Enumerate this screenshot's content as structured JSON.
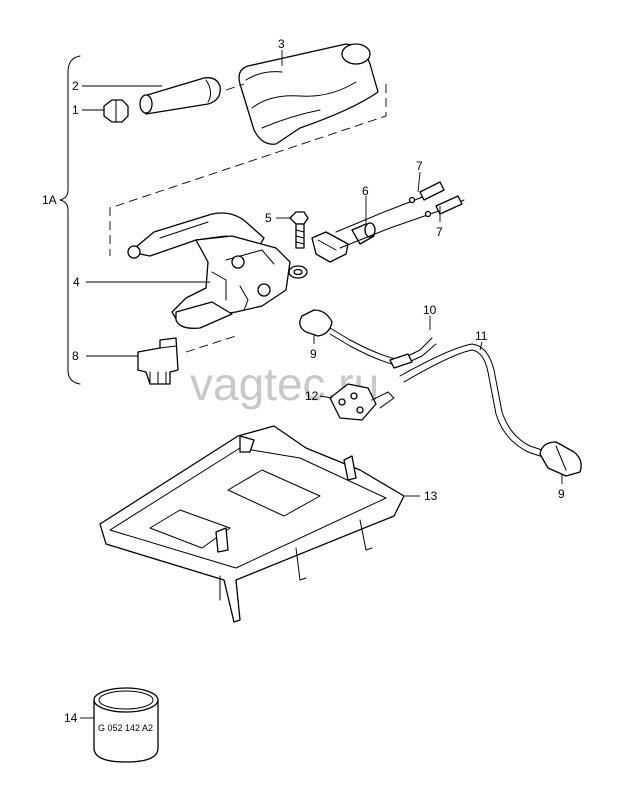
{
  "watermark": "vagtec.ru",
  "labels": {
    "l1": "1",
    "l2": "2",
    "l3": "3",
    "l1a": "1A",
    "l4": "4",
    "l5": "5",
    "l6": "6",
    "l7a": "7",
    "l7b": "7",
    "l8": "8",
    "l9a": "9",
    "l10": "10",
    "l11": "11",
    "l12": "12",
    "l9b": "9",
    "l13": "13",
    "l14": "14"
  },
  "sealant_code": "G 052 142 A2"
}
